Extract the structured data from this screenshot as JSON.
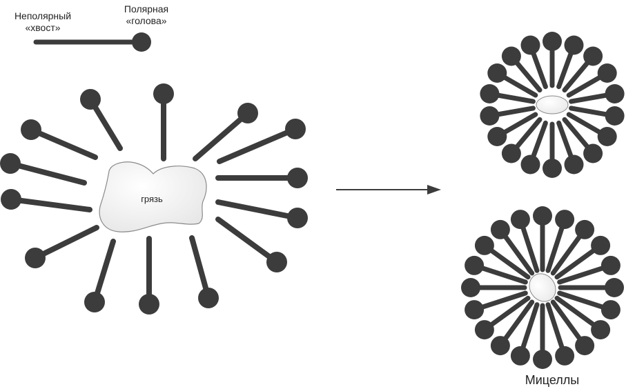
{
  "labels": {
    "tail_line1": "Неполярный",
    "tail_line2": "«хвост»",
    "head_line1": "Полярная",
    "head_line2": "«голова»",
    "dirt": "грязь",
    "micelles": "Мицеллы"
  },
  "colors": {
    "molecule": "#3c3c3c",
    "dirt_fill": "#f2f2f2",
    "dirt_stroke": "#8a8a8a",
    "arrow": "#3c3c3c",
    "text": "#222222"
  }
}
